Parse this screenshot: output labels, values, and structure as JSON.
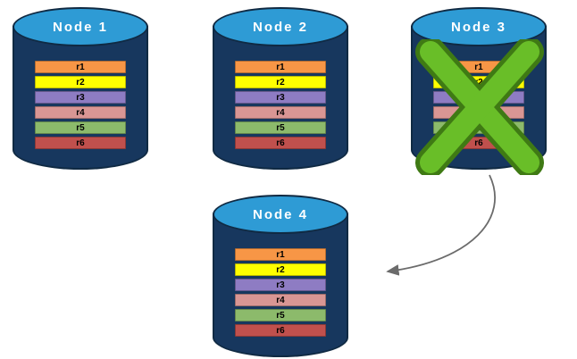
{
  "diagram": {
    "nodes": [
      {
        "name": "Node 1",
        "status": "active",
        "rows": [
          "r1",
          "r2",
          "r3",
          "r4",
          "r5",
          "r6"
        ]
      },
      {
        "name": "Node 2",
        "status": "active",
        "rows": [
          "r1",
          "r2",
          "r3",
          "r4",
          "r5",
          "r6"
        ]
      },
      {
        "name": "Node 3",
        "status": "failed",
        "rows": [
          "r1",
          "r2",
          "r3",
          "r4",
          "r5",
          "r6"
        ]
      },
      {
        "name": "Node 4",
        "status": "active",
        "rows": [
          "r1",
          "r2",
          "r3",
          "r4",
          "r5",
          "r6"
        ]
      }
    ],
    "row_colors": {
      "r1": "#F79646",
      "r2": "#FFFF00",
      "r3": "#8E7CC3",
      "r4": "#D99694",
      "r5": "#8CBA6B",
      "r6": "#C0504D"
    },
    "colors": {
      "cylinder_body": "#17375E",
      "cylinder_top": "#2E9BD5",
      "failure_x_fill": "#69BE28",
      "failure_x_outline": "#3F7A14",
      "arrow": "#6B6B6B"
    },
    "connector": {
      "from": "Node 3",
      "to": "Node 4"
    },
    "failed_node": "Node 3"
  }
}
